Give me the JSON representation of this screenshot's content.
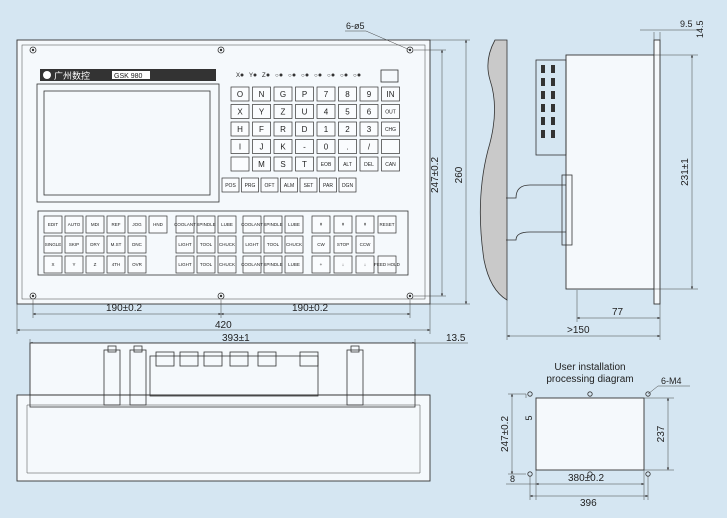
{
  "front_view": {
    "brand_logo_text": "广州数控",
    "model_badge_text": "GSK 980",
    "hole_callout": "6-ø5",
    "width_dim": "420",
    "half_width_left": "190±0.2",
    "half_width_right": "190±0.2",
    "height_dim": "260",
    "hole_height_dim": "247±0.2",
    "led_indicators": [
      "X",
      "Y",
      "Z",
      "○",
      "○",
      "○",
      "○",
      "○",
      "○",
      "○"
    ],
    "keypad_rows": [
      [
        "O",
        "N",
        "G",
        "P",
        "7",
        "8",
        "9",
        "IN"
      ],
      [
        "X",
        "Y",
        "Z",
        "U",
        "4",
        "5",
        "6",
        "OUT"
      ],
      [
        "H",
        "F",
        "R",
        "D",
        "1",
        "2",
        "3",
        "CHG"
      ],
      [
        "I",
        "J",
        "K",
        "-",
        "0",
        ".",
        "/",
        ""
      ],
      [
        "",
        "M",
        "S",
        "T",
        "EOB",
        "ALT",
        "DEL",
        "CAN"
      ]
    ],
    "function_keys": [
      "POS",
      "PRG",
      "OFT",
      "ALM",
      "SET",
      "PAR",
      "DGN"
    ],
    "mode_keys_row1": [
      "EDIT",
      "AUTO",
      "MDI",
      "REF",
      "JOG",
      "HND"
    ],
    "mode_keys_row2": [
      "SINGLE",
      "SKIP",
      "DRY",
      "M.ST",
      "DNC"
    ],
    "mode_keys_row3": [
      "X",
      "Y",
      "Z",
      "4TH",
      "OVR"
    ],
    "jog_keys_row1": [
      "COOLANT",
      "SPINDLE",
      "LUBE"
    ],
    "jog_keys_row2": [
      "LIGHT",
      "TOOL",
      "CHUCK"
    ],
    "right_keys_row1": [
      "↟",
      "↟",
      "↟",
      "RESET"
    ],
    "right_keys_row2": [
      "CW",
      "STOP",
      "CCW"
    ],
    "right_keys_row3": [
      "+",
      "↓",
      "↓",
      "FEED HOLD"
    ]
  },
  "top_view": {
    "width_dim": "393±1",
    "thickness_dim": "13.5"
  },
  "side_view": {
    "top_offset_dim": "9.5",
    "top_small_dim": "14.5",
    "height_dim": "231±1",
    "depth_dim": "77",
    "total_depth_dim": ">150"
  },
  "cutout_diagram": {
    "title_line1": "User installation",
    "title_line2": "processing diagram",
    "hole_callout": "6-M4",
    "height_dim": "237",
    "hole_height_dim": "247±0.2",
    "small_dim": "5",
    "left_dim": "8",
    "hole_span_dim": "380±0.2",
    "width_dim": "396"
  }
}
